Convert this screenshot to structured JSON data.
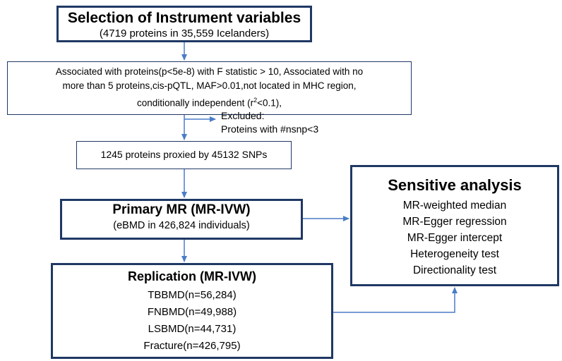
{
  "selection": {
    "title": "Selection of Instrument variables",
    "subtitle": "(4719 proteins in 35,559 Icelanders)"
  },
  "criteria": {
    "line1": "Associated with proteins(p<5e-8) with F statistic > 10, Associated with no",
    "line2": "more than 5 proteins,cis-pQTL, MAF>0.01,not located in MHC region,",
    "line3_pre": "conditionally independent (r",
    "line3_sup": "2",
    "line3_post": "<0.1),"
  },
  "excluded": {
    "label": "Excluded:",
    "detail": "Proteins with #nsnp<3"
  },
  "proxied": {
    "text": "1245 proteins proxied by 45132 SNPs"
  },
  "primary": {
    "title": "Primary MR (MR-IVW)",
    "subtitle": "(eBMD in 426,824 individuals)"
  },
  "replication": {
    "title": "Replication (MR-IVW)",
    "items": [
      "TBBMD(n=56,284)",
      "FNBMD(n=49,988)",
      "LSBMD(n=44,731)",
      "Fracture(n=426,795)"
    ]
  },
  "sensitive": {
    "title": "Sensitive analysis",
    "items": [
      "MR-weighted median",
      "MR-Egger regression",
      "MR-Egger intercept",
      "Heterogeneity test",
      "Directionality test"
    ]
  },
  "colors": {
    "box_border": "#1f3864",
    "arrow": "#4a7cc7"
  }
}
